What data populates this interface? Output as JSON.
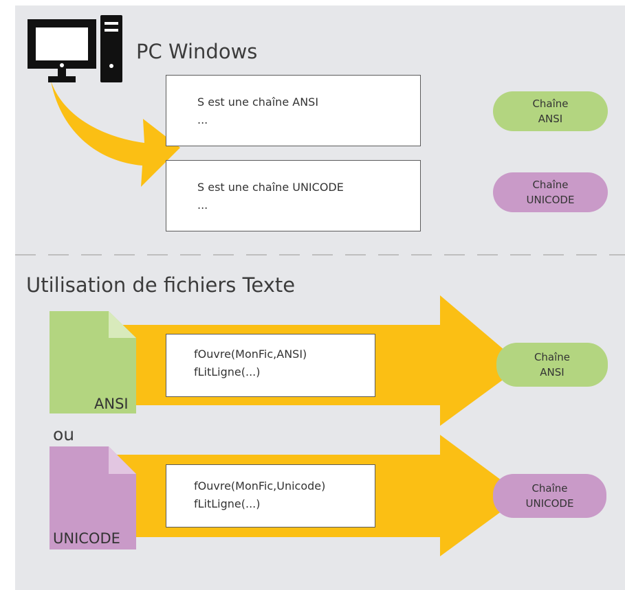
{
  "pc": {
    "title": "PC Windows",
    "boxes": [
      {
        "line1": "S est une chaîne ANSI",
        "line2": "..."
      },
      {
        "line1": "S est une chaîne UNICODE",
        "line2": "..."
      }
    ],
    "pills": [
      {
        "line1": "Chaîne",
        "line2": "ANSI"
      },
      {
        "line1": "Chaîne",
        "line2": "UNICODE"
      }
    ]
  },
  "files": {
    "title": "Utilisation de fichiers Texte",
    "ou": "ou",
    "ansi": {
      "file_label": "ANSI",
      "code1": "fOuvre(MonFic,ANSI)",
      "code2": "fLitLigne(...)",
      "pill1": "Chaîne",
      "pill2": "ANSI"
    },
    "unicode": {
      "file_label": "UNICODE",
      "code1": "fOuvre(MonFic,Unicode)",
      "code2": "fLitLigne(...)",
      "pill1": "Chaîne",
      "pill2": "UNICODE"
    }
  },
  "colors": {
    "panel": "#e6e7ea",
    "arrow": "#fbbf14",
    "ansi": "#b3d580",
    "unicode": "#c99ac8",
    "icon": "#111111"
  }
}
